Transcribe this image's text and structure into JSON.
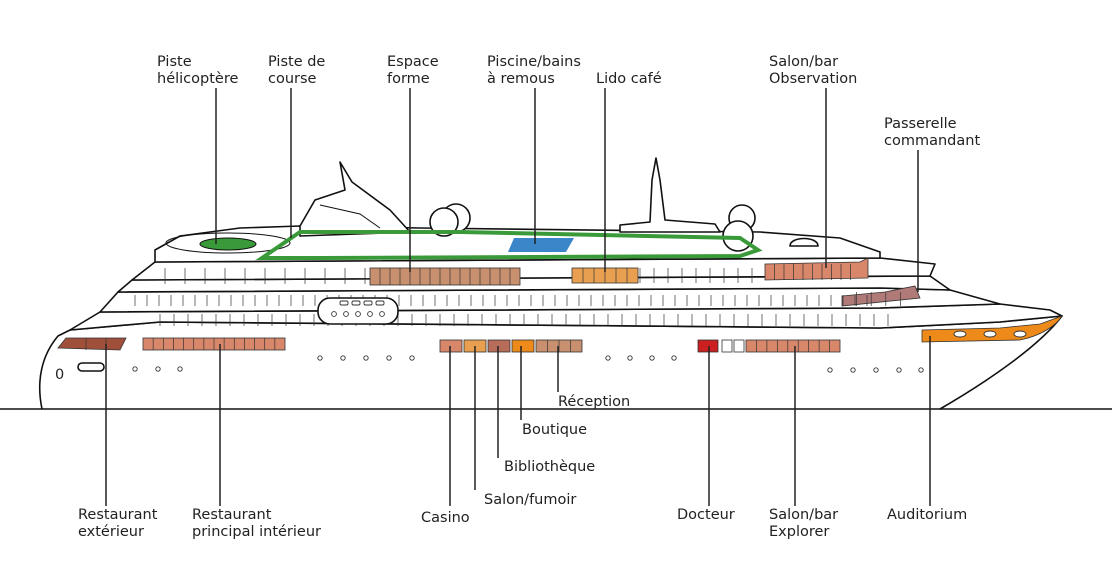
{
  "colors": {
    "green": "#3a9a3a",
    "green_dark": "#2e8b2e",
    "pool": "#3b86c8",
    "salmon": "#d9876a",
    "salmon_dark": "#b86c5a",
    "tan": "#c8906e",
    "amber": "#e8a050",
    "orange": "#ee8a1a",
    "red": "#cc2020",
    "brown": "#a0503a",
    "mauve": "#b07a78"
  },
  "labels": {
    "helipad": [
      "Piste",
      "hélicoptère"
    ],
    "track": [
      "Piste de",
      "course"
    ],
    "fitness": [
      "Espace",
      "forme"
    ],
    "pool": [
      "Piscine/bains",
      "à remous"
    ],
    "lido": [
      "Lido café"
    ],
    "observation": [
      "Salon/bar",
      "Observation"
    ],
    "bridge": [
      "Passerelle",
      "commandant"
    ],
    "outdoor_restaurant": [
      "Restaurant",
      "extérieur"
    ],
    "main_restaurant": [
      "Restaurant",
      "principal intérieur"
    ],
    "casino": [
      "Casino"
    ],
    "smoking": [
      "Salon/fumoir"
    ],
    "library": [
      "Bibliothèque"
    ],
    "boutique": [
      "Boutique"
    ],
    "reception": [
      "Réception"
    ],
    "doctor": [
      "Docteur"
    ],
    "explorer": [
      "Salon/bar",
      "Explorer"
    ],
    "auditorium": [
      "Auditorium"
    ],
    "hull_mark": "0"
  }
}
